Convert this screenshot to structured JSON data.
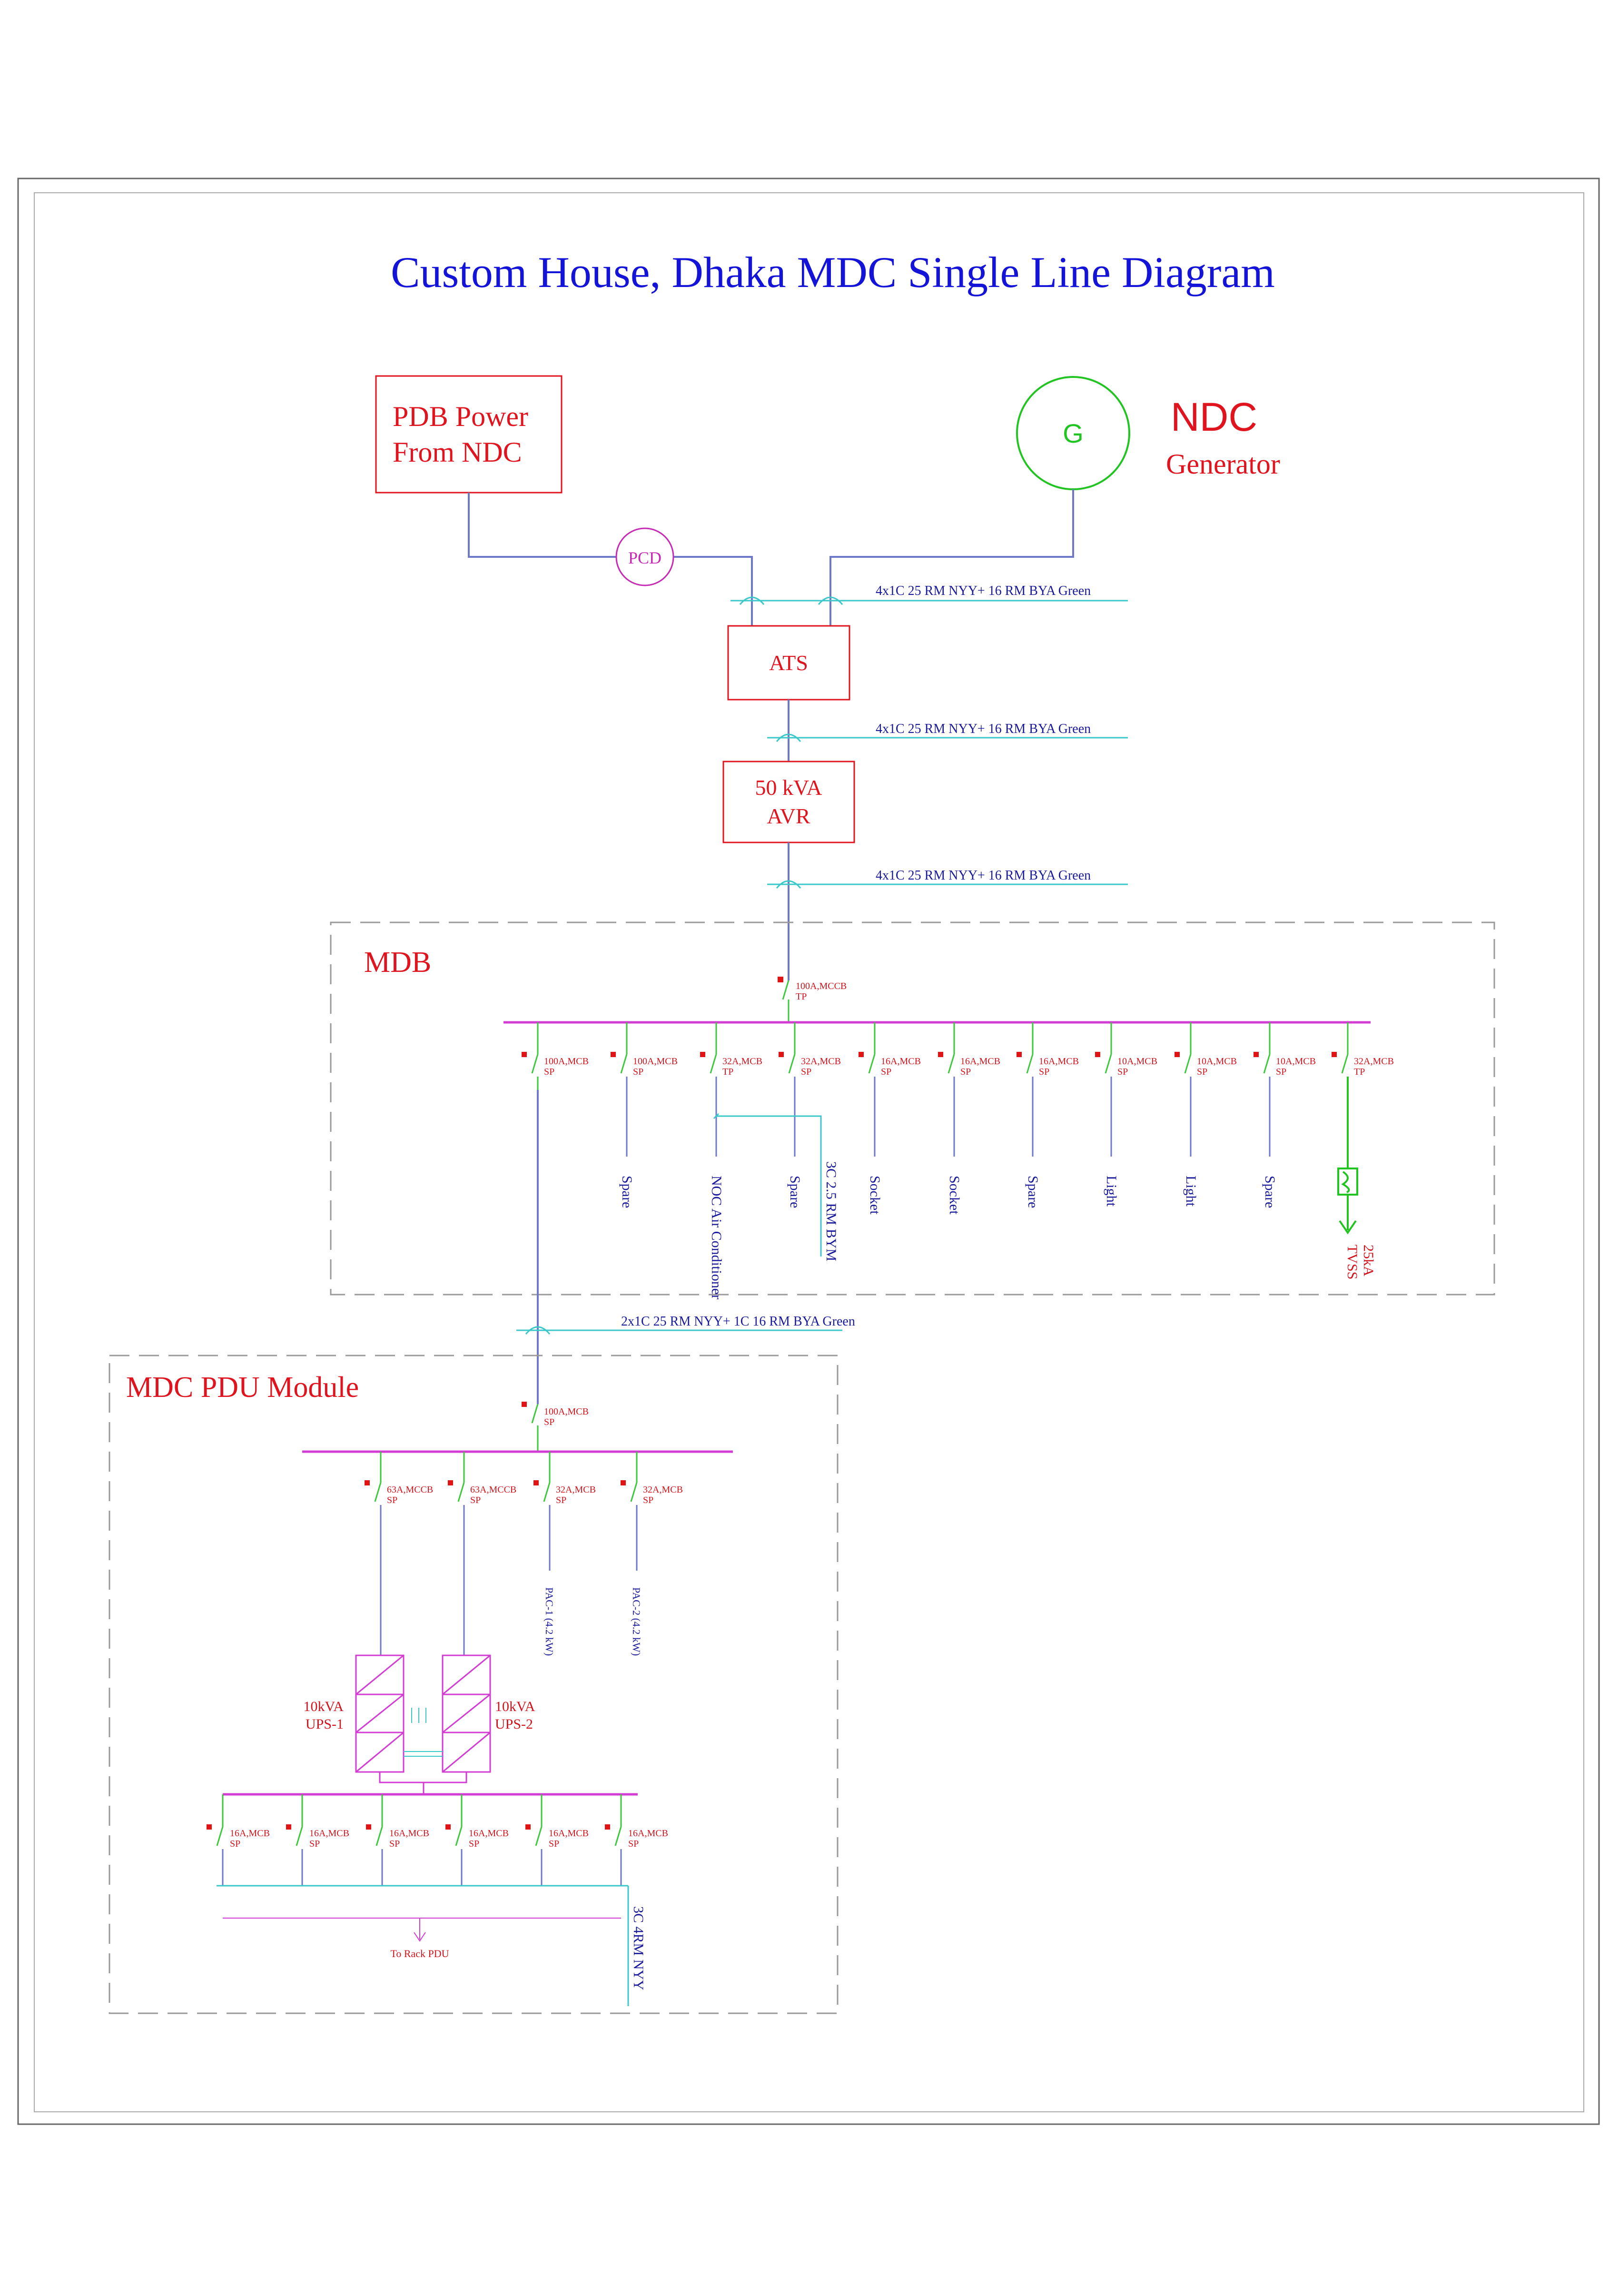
{
  "title": "Custom House, Dhaka MDC Single Line Diagram",
  "sources": {
    "pdb": {
      "line1": "PDB Power",
      "line2": "From NDC"
    },
    "generator": {
      "symbol": "G",
      "name1": "NDC",
      "name2": "Generator"
    },
    "pcd": "PCD"
  },
  "main_chain": {
    "ats": "ATS",
    "avr": {
      "line1": "50 kVA",
      "line2": "AVR"
    },
    "cable_1": "4x1C 25 RM NYY+ 16 RM BYA Green",
    "cable_2": "4x1C 25 RM NYY+ 16 RM BYA Green",
    "cable_3": "4x1C 25 RM NYY+ 16 RM BYA Green"
  },
  "mdb": {
    "label": "MDB",
    "incomer": {
      "rating": "100A,MCCB",
      "poles": "TP"
    },
    "outgoing": [
      {
        "rating": "100A,MCB",
        "poles": "SP",
        "load": ""
      },
      {
        "rating": "100A,MCB",
        "poles": "SP",
        "load": "Spare"
      },
      {
        "rating": "32A,MCB",
        "poles": "TP",
        "load": "NOC Air Conditioner"
      },
      {
        "rating": "32A,MCB",
        "poles": "SP",
        "load": "Spare"
      },
      {
        "rating": "16A,MCB",
        "poles": "SP",
        "load": "Socket"
      },
      {
        "rating": "16A,MCB",
        "poles": "SP",
        "load": "Socket"
      },
      {
        "rating": "16A,MCB",
        "poles": "SP",
        "load": "Spare"
      },
      {
        "rating": "10A,MCB",
        "poles": "SP",
        "load": "Light"
      },
      {
        "rating": "10A,MCB",
        "poles": "SP",
        "load": "Light"
      },
      {
        "rating": "10A,MCB",
        "poles": "SP",
        "load": "Spare"
      },
      {
        "rating": "32A,MCB",
        "poles": "TP",
        "load": ""
      }
    ],
    "ac_cable": "3C 2.5 RM BYM",
    "tvss": {
      "line1": "25kA",
      "line2": "TVSS"
    }
  },
  "feeder_cable": "2x1C 25 RM NYY+ 1C 16 RM BYA Green",
  "pdu_module": {
    "label": "MDC PDU Module",
    "incomer": {
      "rating": "100A,MCB",
      "poles": "SP"
    },
    "outgoing": [
      {
        "rating": "63A,MCCB",
        "poles": "SP",
        "load": ""
      },
      {
        "rating": "63A,MCCB",
        "poles": "SP",
        "load": ""
      },
      {
        "rating": "32A,MCB",
        "poles": "SP",
        "load": "PAC-1 (4.2 kW)"
      },
      {
        "rating": "32A,MCB",
        "poles": "SP",
        "load": "PAC-2 (4.2 kW)"
      }
    ],
    "ups1": {
      "line1": "10kVA",
      "line2": "UPS-1"
    },
    "ups2": {
      "line1": "10kVA",
      "line2": "UPS-2"
    },
    "ups_outgoing": [
      {
        "rating": "16A,MCB",
        "poles": "SP"
      },
      {
        "rating": "16A,MCB",
        "poles": "SP"
      },
      {
        "rating": "16A,MCB",
        "poles": "SP"
      },
      {
        "rating": "16A,MCB",
        "poles": "SP"
      },
      {
        "rating": "16A,MCB",
        "poles": "SP"
      },
      {
        "rating": "16A,MCB",
        "poles": "SP"
      }
    ],
    "rack_label": "To Rack PDU",
    "rack_cable": "3C 4RM NYY"
  },
  "colors": {
    "title": "#1414d8",
    "label_red": "#e0141e",
    "busbar": "#d23cd2",
    "cable_line": "#6e78c8",
    "cable_text": "#1a1a9a",
    "breaker_green": "#3cc83c",
    "tvss_green": "#22c422",
    "pcd_magenta": "#c62ab4"
  }
}
